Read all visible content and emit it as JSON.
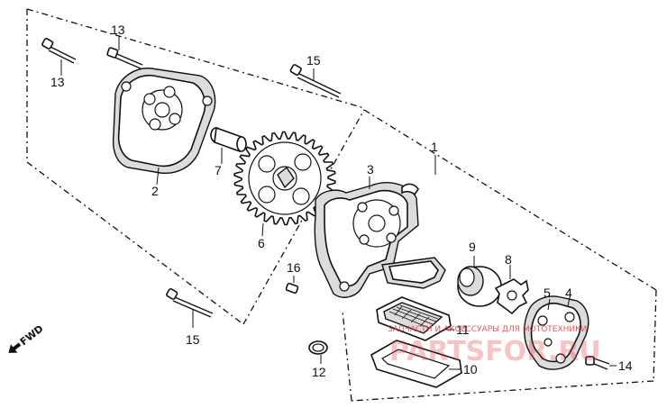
{
  "diagram": {
    "callouts": {
      "c1": "1",
      "c2": "2",
      "c3": "3",
      "c4": "4",
      "c5": "5",
      "c6": "6",
      "c7": "7",
      "c8": "8",
      "c9": "9",
      "c10": "10",
      "c11": "11",
      "c12": "12",
      "c13a": "13",
      "c13b": "13",
      "c14": "14",
      "c15a": "15",
      "c15b": "15",
      "c16": "16"
    },
    "fwd_label": "FWD"
  },
  "watermark": {
    "text": "ЗАПЧАСТИ И АКСЕССУАРЫ ДЛЯ МОТОТЕХНИКИ",
    "logo": "PARTSFOR.RU"
  }
}
